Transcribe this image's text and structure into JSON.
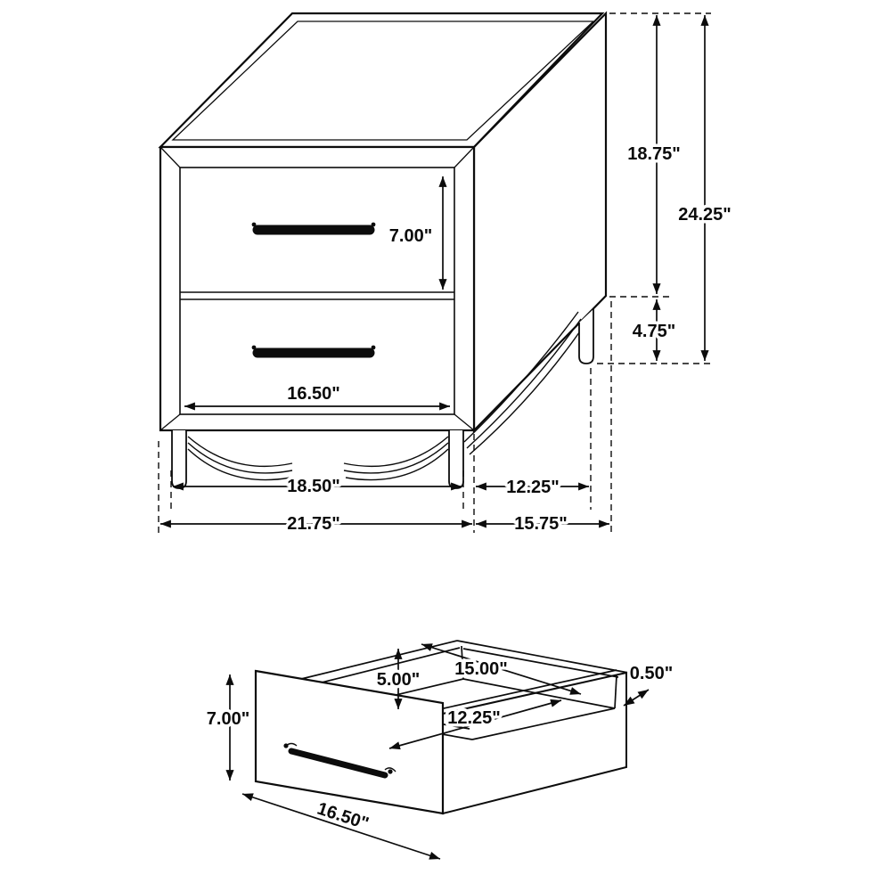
{
  "page": {
    "background": "#ffffff",
    "line_color": "#0c0c0c",
    "unit": "inches",
    "description": "nightstand-dimension-diagram"
  },
  "nightstand_view": {
    "dims": {
      "drawer_front_height": "7.00\"",
      "case_height": "18.75\"",
      "overall_height": "24.25\"",
      "leg_height": "4.75\"",
      "drawer_width": "16.50\"",
      "front_leg_span": "18.50\"",
      "side_leg_span": "12.25\"",
      "overall_width": "21.75\"",
      "overall_depth": "15.75\""
    }
  },
  "drawer_view": {
    "dims": {
      "inner_height": "5.00\"",
      "inner_width": "15.00\"",
      "wall_thickness": "0.50\"",
      "inner_depth": "12.25\"",
      "front_height": "7.00\"",
      "front_width": "16.50\""
    }
  }
}
